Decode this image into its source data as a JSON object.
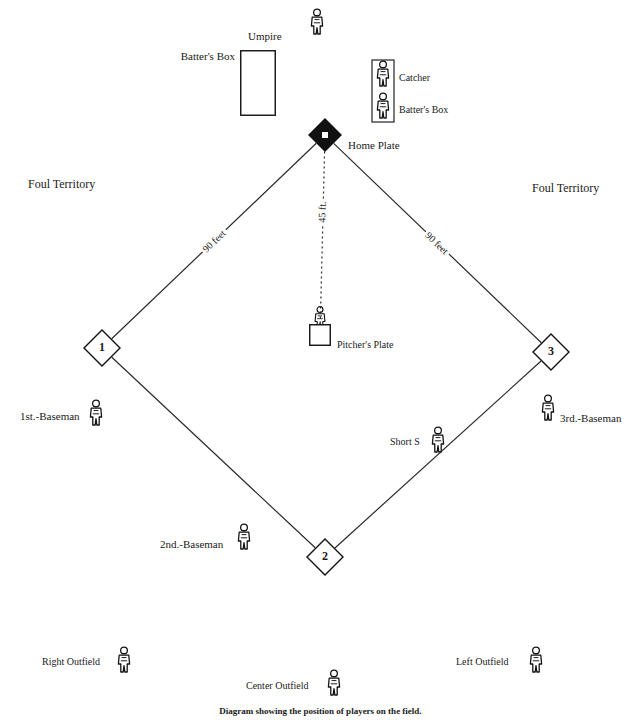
{
  "diagram": {
    "caption": "Diagram showing the position of players on the field.",
    "nodes": [
      {
        "text": [
          "Batter's Box"
        ]
      },
      {
        "text": [
          "Home Plate"
        ]
      },
      {
        "text": [
          "1"
        ]
      },
      {
        "text": [
          "3"
        ]
      },
      {
        "text": [
          "Pitcher's Plate"
        ]
      },
      {
        "text": [
          "2"
        ]
      }
    ],
    "edges": [
      {
        "from": 1,
        "to": 2,
        "label": "90 feet",
        "arrow": "none"
      },
      {
        "from": 1,
        "to": 3,
        "label": "90 feet",
        "arrow": "none"
      },
      {
        "from": 1,
        "to": 4,
        "label": "45 ft.",
        "arrow": "none"
      },
      {
        "from": 2,
        "to": 5,
        "arrow": "none"
      },
      {
        "from": 3,
        "to": 5,
        "arrow": "none"
      }
    ],
    "labels": [
      "Umpire",
      "Catcher",
      "Batter's Box",
      "Foul Territory",
      "Foul Territory",
      "1st.-Baseman",
      "Short S",
      "3rd.-Baseman",
      "2nd.-Baseman",
      "Right Outfield",
      "Center Outfield",
      "Left Outfield"
    ]
  }
}
